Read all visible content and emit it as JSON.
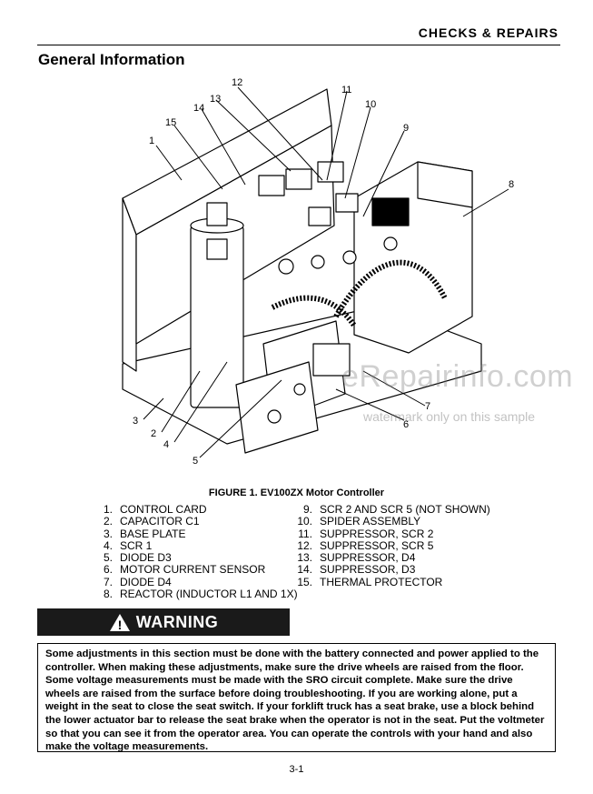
{
  "header": {
    "title": "CHECKS & REPAIRS"
  },
  "section": {
    "title": "General Information"
  },
  "figure": {
    "caption": "FIGURE 1.  EV100ZX Motor Controller",
    "callouts": [
      "1",
      "2",
      "3",
      "4",
      "5",
      "6",
      "7",
      "8",
      "9",
      "10",
      "11",
      "12",
      "13",
      "14",
      "15"
    ]
  },
  "legend": {
    "left": [
      {
        "num": "1.",
        "label": "CONTROL CARD"
      },
      {
        "num": "2.",
        "label": "CAPACITOR C1"
      },
      {
        "num": "3.",
        "label": "BASE PLATE"
      },
      {
        "num": "4.",
        "label": "SCR 1"
      },
      {
        "num": "5.",
        "label": "DIODE D3"
      },
      {
        "num": "6.",
        "label": "MOTOR CURRENT SENSOR"
      },
      {
        "num": "7.",
        "label": "DIODE D4"
      },
      {
        "num": "8.",
        "label": "REACTOR (INDUCTOR L1 AND 1X)"
      }
    ],
    "right": [
      {
        "num": "9.",
        "label": "SCR 2 AND SCR 5 (NOT SHOWN)"
      },
      {
        "num": "10.",
        "label": "SPIDER ASSEMBLY"
      },
      {
        "num": "11.",
        "label": "SUPPRESSOR, SCR 2"
      },
      {
        "num": "12.",
        "label": "SUPPRESSOR, SCR 5"
      },
      {
        "num": "13.",
        "label": "SUPPRESSOR, D4"
      },
      {
        "num": "14.",
        "label": "SUPPRESSOR, D3"
      },
      {
        "num": "15.",
        "label": "THERMAL PROTECTOR"
      }
    ]
  },
  "warning": {
    "icon_glyph": "!",
    "label": "WARNING",
    "text": "Some adjustments in this section must be done with the battery connected and power applied to the controller. When making these adjustments, make sure the drive wheels are raised from the floor. Some voltage measurements must be made with the SRO circuit complete. Make sure the drive wheels are raised from the surface before doing troubleshooting. If you are working alone, put a weight in the seat to close the seat switch. If your forklift truck has a seat brake, use a block behind the lower actuator bar to release the seat brake when the operator is not in the seat. Put the voltmeter so that you can see it from the operator area. You can operate the controls with your hand and also make the voltage measurements."
  },
  "watermark": {
    "main": "eRepairinfo.com",
    "sub": "watermark only on this sample"
  },
  "footer": {
    "page_number": "3-1"
  }
}
